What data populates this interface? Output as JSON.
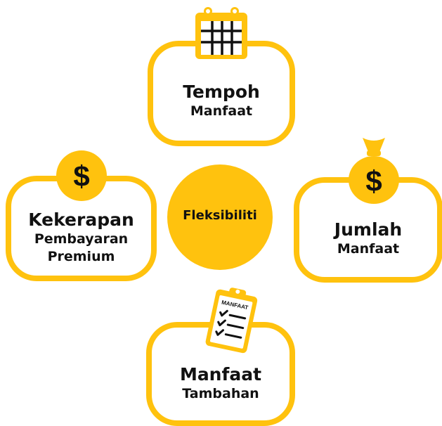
{
  "center": {
    "label": "Fleksibiliti"
  },
  "cards": {
    "top": {
      "title": "Tempoh",
      "subtitle": "Manfaat"
    },
    "left": {
      "title": "Kekerapan",
      "subtitle": "Pembayaran",
      "subtitle2": "Premium"
    },
    "right": {
      "title": "Jumlah",
      "subtitle": "Manfaat"
    },
    "bottom": {
      "title": "Manfaat",
      "subtitle": "Tambahan"
    }
  },
  "icons": {
    "top": "calendar-icon",
    "left": "dollar-coin-icon",
    "right": "money-bag-icon",
    "right_symbol": "$",
    "left_symbol": "$",
    "bottom": "clipboard-checklist-icon",
    "bottom_clipboard_text": "MANFAAT"
  },
  "colors": {
    "accent": "#FFC20E",
    "text": "#111111",
    "background": "#FFFFFF"
  }
}
